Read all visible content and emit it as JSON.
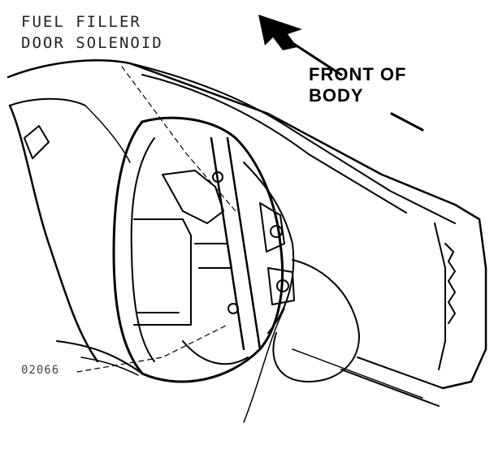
{
  "diagram": {
    "callout_solenoid": {
      "line1": "FUEL FILLER",
      "line2": "DOOR SOLENOID"
    },
    "direction_label": {
      "line1": "FRONT OF",
      "line2": "BODY"
    },
    "part_number": "02066",
    "colors": {
      "ink": "#000000",
      "paper": "#ffffff"
    },
    "icons": [
      "direction-arrow-icon"
    ]
  }
}
